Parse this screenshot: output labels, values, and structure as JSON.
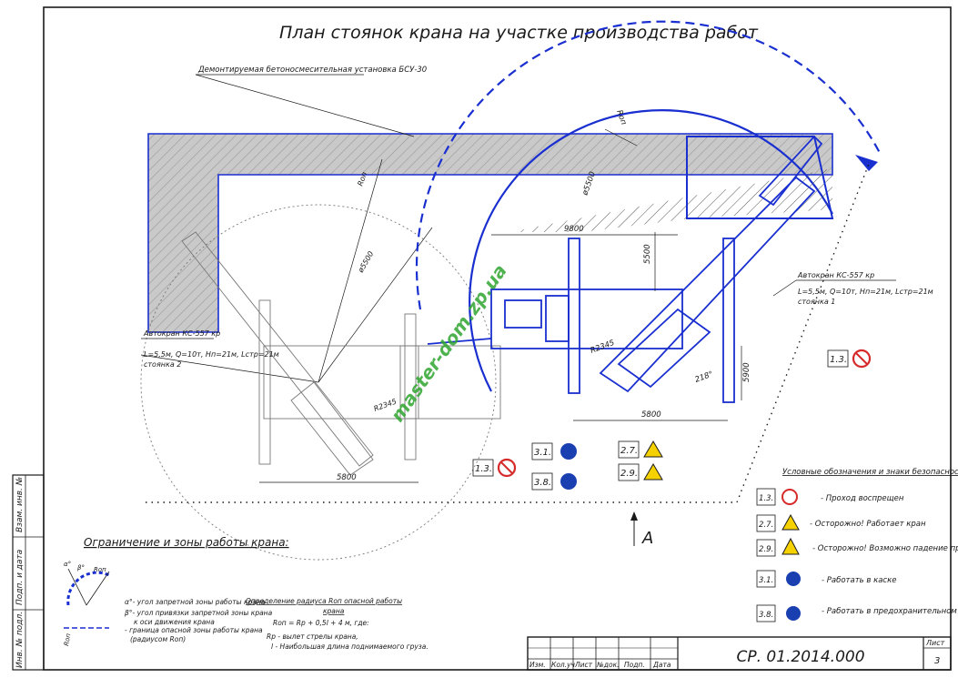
{
  "title": "План стоянок крана на участке производства работ",
  "labels": {
    "demolish": "Демонтируемая бетоносмесительная установка БСУ-30",
    "ron1": "Rоп",
    "ron2": "Rоп",
    "ron3": "Rоп",
    "d1": "ø5500",
    "d2": "ø5500",
    "dim_9800": "9800",
    "dim_5500": "5500",
    "dim_5900": "5900",
    "dim_5800a": "5800",
    "dim_5800b": "5800",
    "r1": "R2345",
    "r2": "R2345",
    "ang": "218°"
  },
  "crane1": {
    "line1": "Автокран КС-557 кр",
    "line2": "L=5,5м, Q=10т, Нп=21м, Lстр=21м",
    "line3": "стоянка 1"
  },
  "crane2": {
    "line1": "Автокран КС-557 кр",
    "line2": "L=5,5м, Q=10т, Нп=21м, Lстр=21м",
    "line3": "стоянка 2"
  },
  "signs": {
    "s13a": "1.3.",
    "s31a": "3.1.",
    "s27a": "2.7.",
    "s13b": "1.3.",
    "s38a": "3.8.",
    "s29a": "2.9.",
    "s13c": "1.3."
  },
  "arrow_label": "А",
  "legend": {
    "title": "Условные обозначения и знаки безопасности:",
    "items": [
      {
        "code": "1.3.",
        "text": "- Проход воспрещен"
      },
      {
        "code": "2.7.",
        "text": "- Осторожно! Работает кран"
      },
      {
        "code": "2.9.",
        "text": "- Осторожно! Возможно падение предметов"
      },
      {
        "code": "3.1.",
        "text": "- Работать в каске"
      },
      {
        "code": "3.8.",
        "text": "- Работать в предохранительном поясе"
      }
    ]
  },
  "zones": {
    "title": "Ограничение и зоны работы крана:",
    "alpha": "α°- угол запретной зоны работы крана",
    "beta": "β°- угол привязки запретной зоны крана",
    "beta2": "к оси движения крана",
    "border": "- граница опасной зоны работы крана",
    "border2": "(радиусом Rоп)",
    "small_ron": "Rоп",
    "small_a": "α°",
    "small_b": "β°",
    "small_ron2": "Rоп"
  },
  "formula": {
    "heading": "Определение радиуса Rоп опасной работы",
    "heading2": "крана",
    "eq": "Rоп = Rр + 0,5l + 4 м, где:",
    "rp": "Rр - вылет стрелы крана,",
    "l": "l - Наибольшая длина поднимаемого груза."
  },
  "stamp": {
    "cols": [
      "Изм.",
      "Кол.уч",
      "Лист",
      "№док.",
      "Подп.",
      "Дата"
    ],
    "code": "СР. 01.2014.000",
    "sheet_label": "Лист",
    "sheet_num": "3"
  },
  "side": [
    "Взам. инв. №",
    "Подп. и дата",
    "Инв. № подл."
  ],
  "watermark": "master-dom.zp.ua",
  "colors": {
    "blue": "#1a2fd0",
    "hatch": "#9a9a9a",
    "ink": "#1a1a1a",
    "watermark": "#2fa52f"
  }
}
